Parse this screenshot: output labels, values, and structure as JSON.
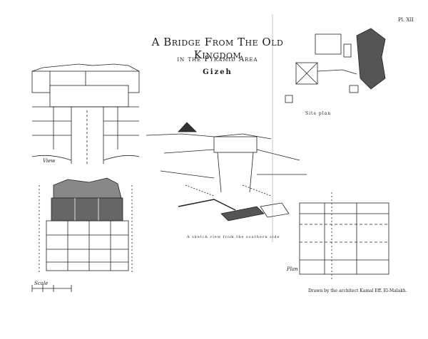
{
  "plate": {
    "number": "Pl. XII"
  },
  "title": {
    "main": "A Bridge From The Old Kingdom",
    "subtitle": "in the Pyramid Area",
    "place": "Gizeh"
  },
  "drawings": {
    "sketch_caption": "A sketch view from the southern side",
    "site_plan_label": "Site plan",
    "view_label": "View",
    "section_label": "Plan",
    "scale_label": "Scale",
    "credit": "Drawn by the architect Kamal Eff. El-Malakh."
  }
}
